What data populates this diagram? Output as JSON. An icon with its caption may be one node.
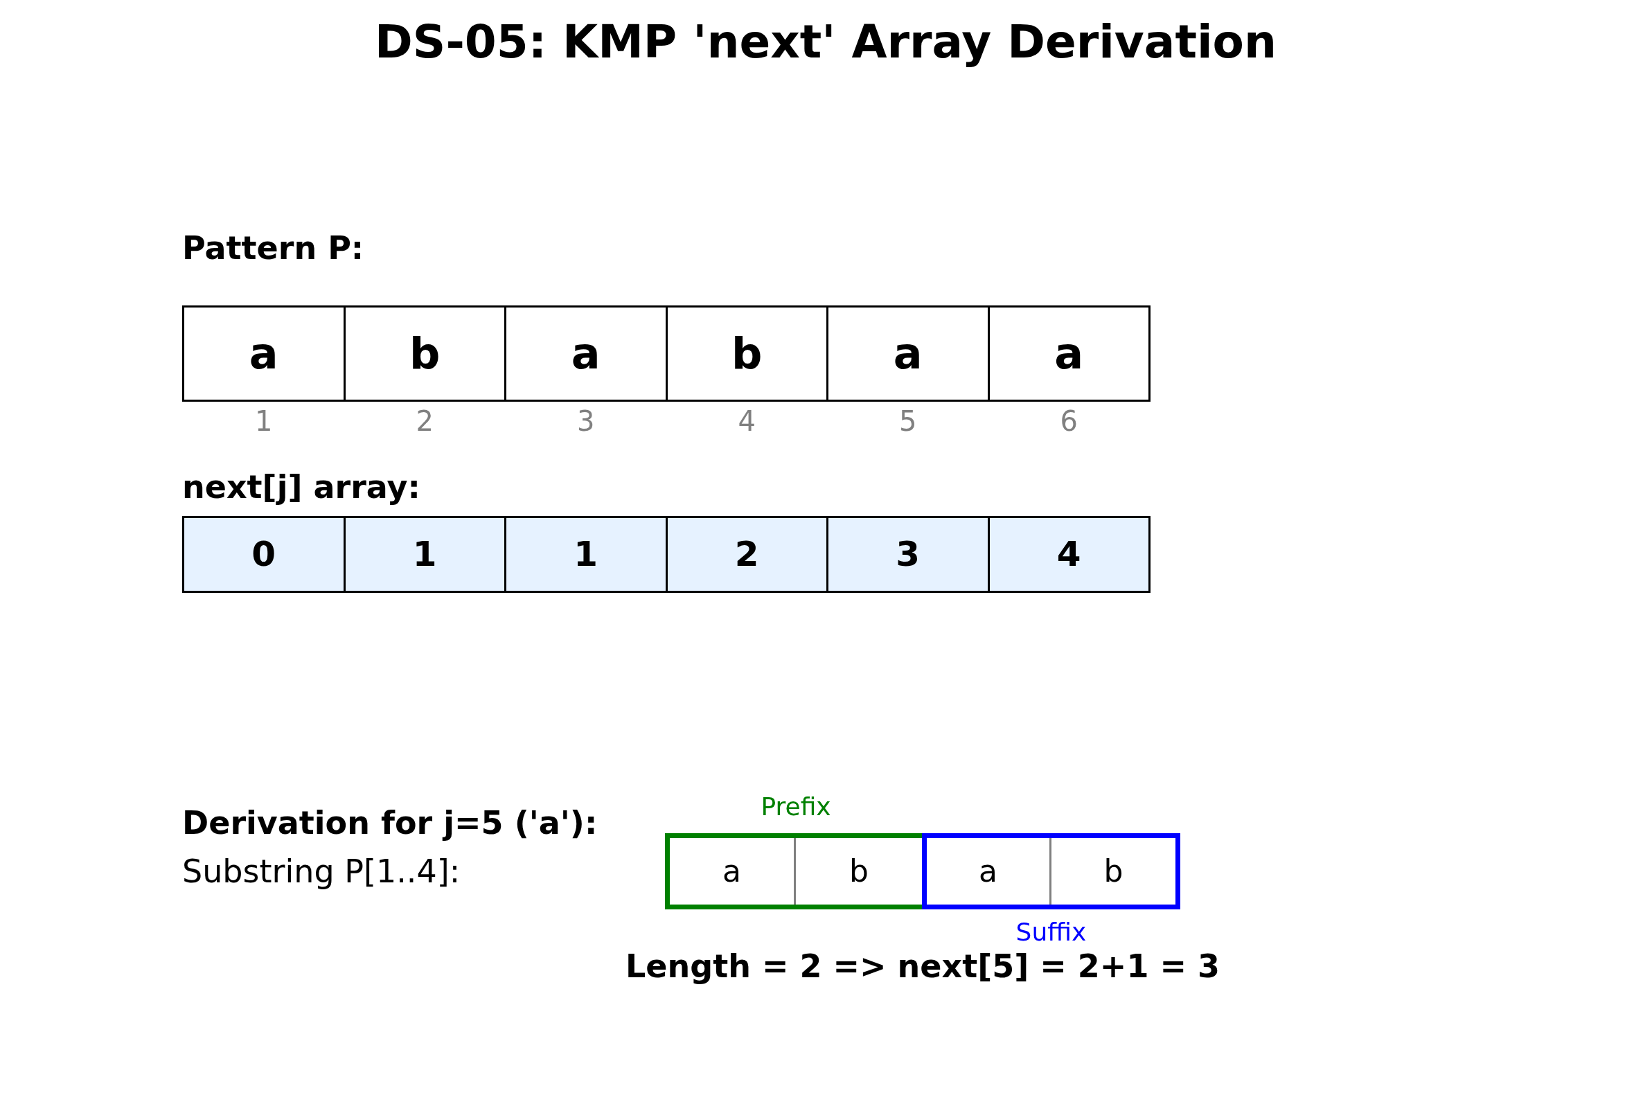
{
  "diagram": {
    "title": "DS-05: KMP 'next' Array Derivation",
    "nodes": [
      {
        "text": [
          "a"
        ],
        "beside": [
          "1"
        ]
      },
      {
        "text": [
          "b"
        ],
        "beside": [
          "2"
        ]
      },
      {
        "text": [
          "a"
        ],
        "beside": [
          "3"
        ]
      },
      {
        "text": [
          "b"
        ],
        "beside": [
          "4"
        ]
      },
      {
        "text": [
          "a"
        ],
        "beside": [
          "5"
        ]
      },
      {
        "text": [
          "a"
        ],
        "beside": [
          "6"
        ]
      },
      {
        "text": [
          "0"
        ]
      },
      {
        "text": [
          "1"
        ]
      },
      {
        "text": [
          "1"
        ]
      },
      {
        "text": [
          "2"
        ]
      },
      {
        "text": [
          "3"
        ]
      },
      {
        "text": [
          "4"
        ]
      },
      {
        "text": [
          "Prefix"
        ]
      },
      {
        "text": [
          "a"
        ],
        "in": 12
      },
      {
        "text": [
          "b"
        ],
        "in": 12
      },
      {
        "text": [
          "Suffix"
        ]
      },
      {
        "text": [
          "a"
        ],
        "in": 15
      },
      {
        "text": [
          "b"
        ],
        "in": 15
      }
    ],
    "labels": [
      "Pattern P:",
      "next[j] array:",
      "Derivation for j=5 ('a'):",
      "Substring P[1..4]:",
      "Length = 2 => next[5] = 2+1 = 3"
    ]
  }
}
